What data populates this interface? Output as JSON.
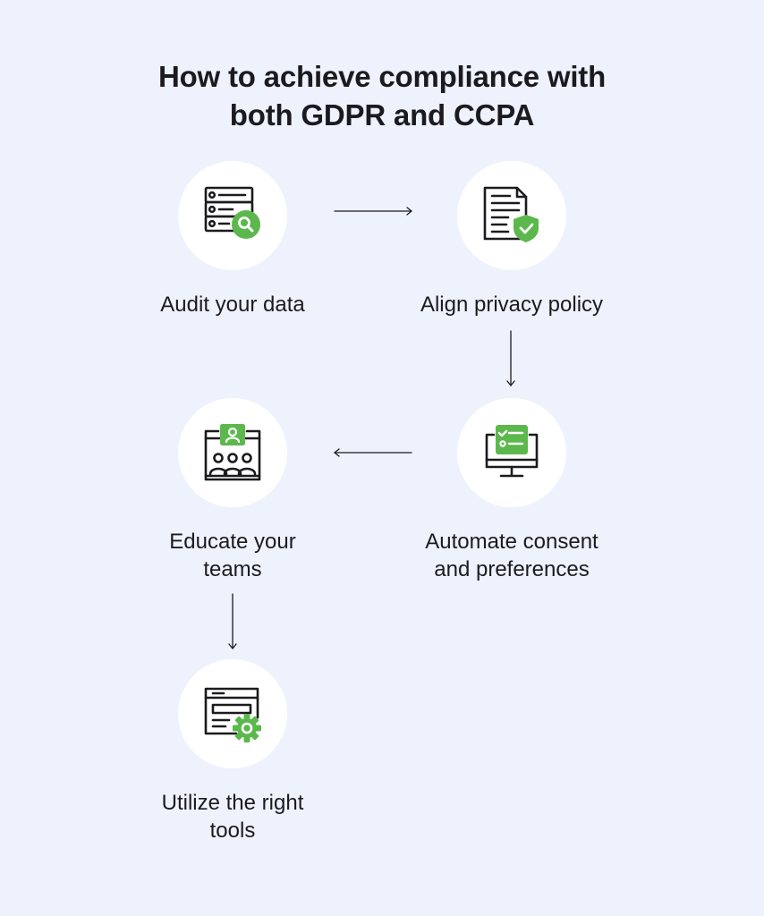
{
  "title": {
    "line1": "How to achieve compliance with",
    "line2": "both GDPR and CCPA"
  },
  "colors": {
    "background": "#eef2fd",
    "accent_green": "#5cb84c",
    "icon_stroke": "#1b1b1f"
  },
  "steps": [
    {
      "icon": "data-audit-icon",
      "lines": [
        "Audit your data"
      ]
    },
    {
      "icon": "privacy-policy-icon",
      "lines": [
        "Align privacy policy"
      ]
    },
    {
      "icon": "consent-automation-icon",
      "lines": [
        "Automate consent",
        "and preferences"
      ]
    },
    {
      "icon": "team-education-icon",
      "lines": [
        "Educate your",
        "teams"
      ]
    },
    {
      "icon": "tools-settings-icon",
      "lines": [
        "Utilize the right",
        "tools"
      ]
    }
  ]
}
